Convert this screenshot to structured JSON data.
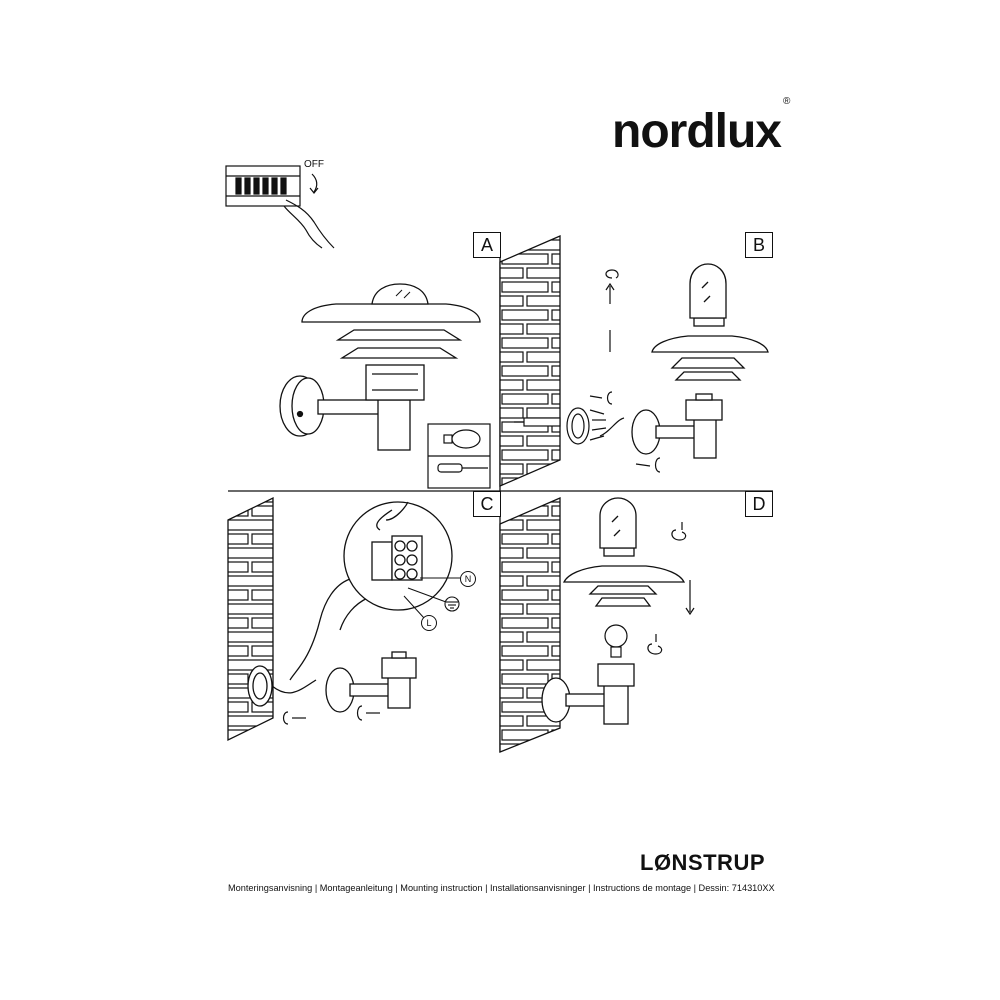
{
  "brand": {
    "name": "nordlux",
    "registered": "®"
  },
  "switch_label": "OFF",
  "panels": {
    "a": "A",
    "b": "B",
    "c": "C",
    "d": "D"
  },
  "wire_labels": {
    "neutral": "N",
    "live": "L"
  },
  "product_name": "LØNSTRUP",
  "footer": "Monteringsanvisning | Montageanleitung | Mounting instruction | Installationsanvisninger | Instructions de montage | Dessin: 714310XX"
}
